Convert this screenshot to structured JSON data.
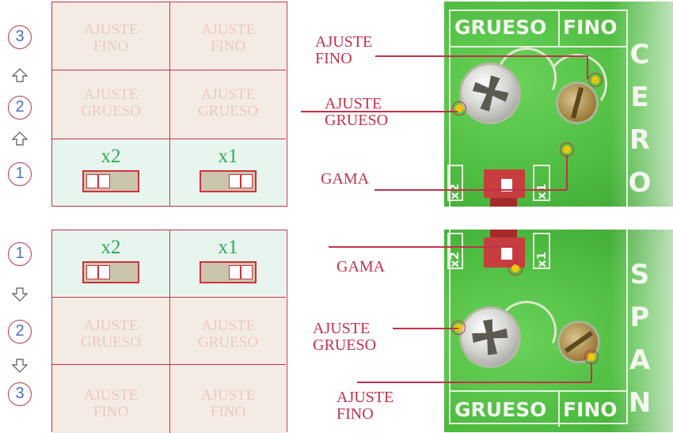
{
  "zero_panel": {
    "steps": [
      "3",
      "2",
      "1"
    ],
    "rows": [
      {
        "type": "text",
        "left": "AJUSTE\nFINO",
        "right": "AJUSTE\nFINO"
      },
      {
        "type": "text",
        "left": "AJUSTE\nGRUESO",
        "right": "AJUSTE\nGRUESO"
      },
      {
        "type": "switch",
        "left": "x2",
        "right": "x1"
      }
    ],
    "annotations": {
      "fine": "AJUSTE\nFINO",
      "coarse": "AJUSTE\nGRUESO",
      "range": "GAMA"
    },
    "board": {
      "label_coarse": "GRUESO",
      "label_fine": "FINO",
      "side_text": "CERO",
      "jumper_left": "x2",
      "jumper_right": "x1"
    }
  },
  "span_panel": {
    "steps": [
      "1",
      "2",
      "3"
    ],
    "rows": [
      {
        "type": "switch",
        "left": "x2",
        "right": "x1"
      },
      {
        "type": "text",
        "left": "AJUSTE\nGRUESO",
        "right": "AJUSTE\nGRUESO"
      },
      {
        "type": "text",
        "left": "AJUSTE\nFINO",
        "right": "AJUSTE\nFINO"
      }
    ],
    "annotations": {
      "range": "GAMA",
      "coarse": "AJUSTE\nGRUESO",
      "fine": "AJUSTE\nFINO"
    },
    "board": {
      "label_coarse": "GRUESO",
      "label_fine": "FINO",
      "side_text": "SPAN",
      "jumper_left": "x2",
      "jumper_right": "x1"
    }
  },
  "colors": {
    "accent": "#c0324a",
    "step_number": "#4d6fc2",
    "switch_label": "#2eaa55",
    "pcb_green": "#55c448",
    "cell_beige": "#f5ebe5",
    "cell_green": "#e8f5ef"
  },
  "icons": [
    "up-arrow-icon",
    "down-arrow-icon",
    "screw-icon",
    "potentiometer-icon",
    "jumper-icon"
  ]
}
